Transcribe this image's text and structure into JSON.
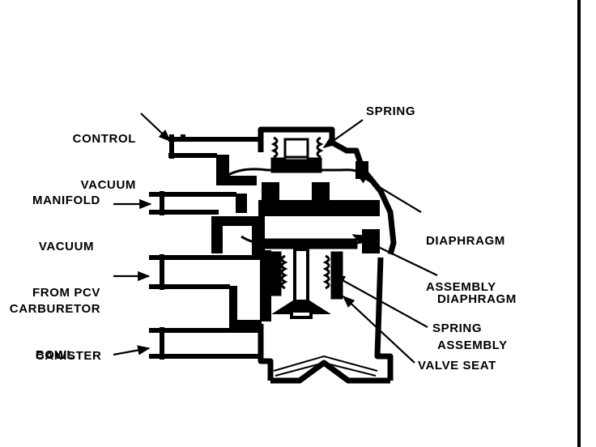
{
  "colors": {
    "ink": "#000000",
    "paper": "#ffffff"
  },
  "labels": {
    "control_vacuum": [
      "CONTROL",
      "VACUUM"
    ],
    "manifold_vacuum": [
      "MANIFOLD",
      "VACUUM",
      "FROM PCV"
    ],
    "carburetor_bowl": [
      "CARBURETOR",
      "BOWL"
    ],
    "canister": "CANISTER",
    "spring_top": "SPRING",
    "diaphragm_upper": [
      "DIAPHRAGM",
      "ASSEMBLY"
    ],
    "diaphragm_lower": [
      "DIAPHRAGM",
      "ASSEMBLY"
    ],
    "spring_bottom": "SPRING",
    "valve_seat": "VALVE SEAT"
  }
}
